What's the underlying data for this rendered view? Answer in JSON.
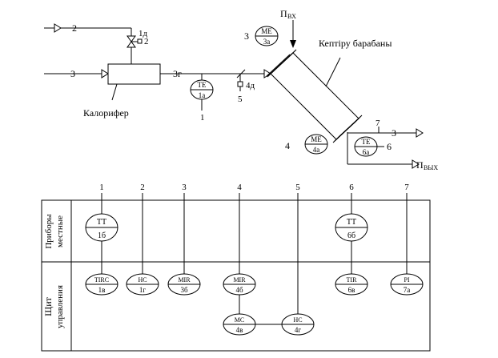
{
  "labels": {
    "calorifer": "Калорифер",
    "dryer_drum": "Кептіру барабаны",
    "p_in_main": "П",
    "p_in_sub": "ВХ",
    "p_out_main": "П",
    "p_out_sub": "ВЫХ",
    "side_local_line1": "Приборы",
    "side_local_line2": "местные",
    "side_panel_line1": "Щит",
    "side_panel_line2": "управления"
  },
  "flows": {
    "line_2": "2",
    "valve_1d": "1д",
    "valve_1d_num": "2",
    "line_3": "3",
    "out_3g": "3г",
    "valve_4d": "4д",
    "line_5": "5",
    "line_3_top": "3",
    "line_4": "4",
    "line_7": "7",
    "line_3_right": "3",
    "line_6": "6",
    "te_1a_lead": "1"
  },
  "top_instruments": [
    {
      "id": "ME-3a",
      "top": "ME",
      "bottom": "3а"
    },
    {
      "id": "TE-1a",
      "top": "TE",
      "bottom": "1а"
    },
    {
      "id": "ME-4a",
      "top": "ME",
      "bottom": "4а"
    },
    {
      "id": "TE-6a",
      "top": "TE",
      "bottom": "6а"
    }
  ],
  "columns": [
    "1",
    "2",
    "3",
    "4",
    "5",
    "6",
    "7"
  ],
  "local_instruments": [
    {
      "id": "TT-1b",
      "top": "TT",
      "bottom": "1б"
    },
    {
      "id": "TT-6b",
      "top": "TT",
      "bottom": "6б"
    }
  ],
  "panel_instruments": [
    {
      "id": "TIRC-1v",
      "top": "TIRC",
      "bottom": "1в"
    },
    {
      "id": "HC-1g",
      "top": "HC",
      "bottom": "1г"
    },
    {
      "id": "MIR-3b",
      "top": "MIR",
      "bottom": "3б"
    },
    {
      "id": "MIR-4b",
      "top": "MIR",
      "bottom": "4б"
    },
    {
      "id": "TIR-6v",
      "top": "TIR",
      "bottom": "6в"
    },
    {
      "id": "PI-7a",
      "top": "PI",
      "bottom": "7а"
    },
    {
      "id": "MC-4v",
      "top": "MC",
      "bottom": "4в"
    },
    {
      "id": "HC-4g",
      "top": "HC",
      "bottom": "4г"
    }
  ]
}
